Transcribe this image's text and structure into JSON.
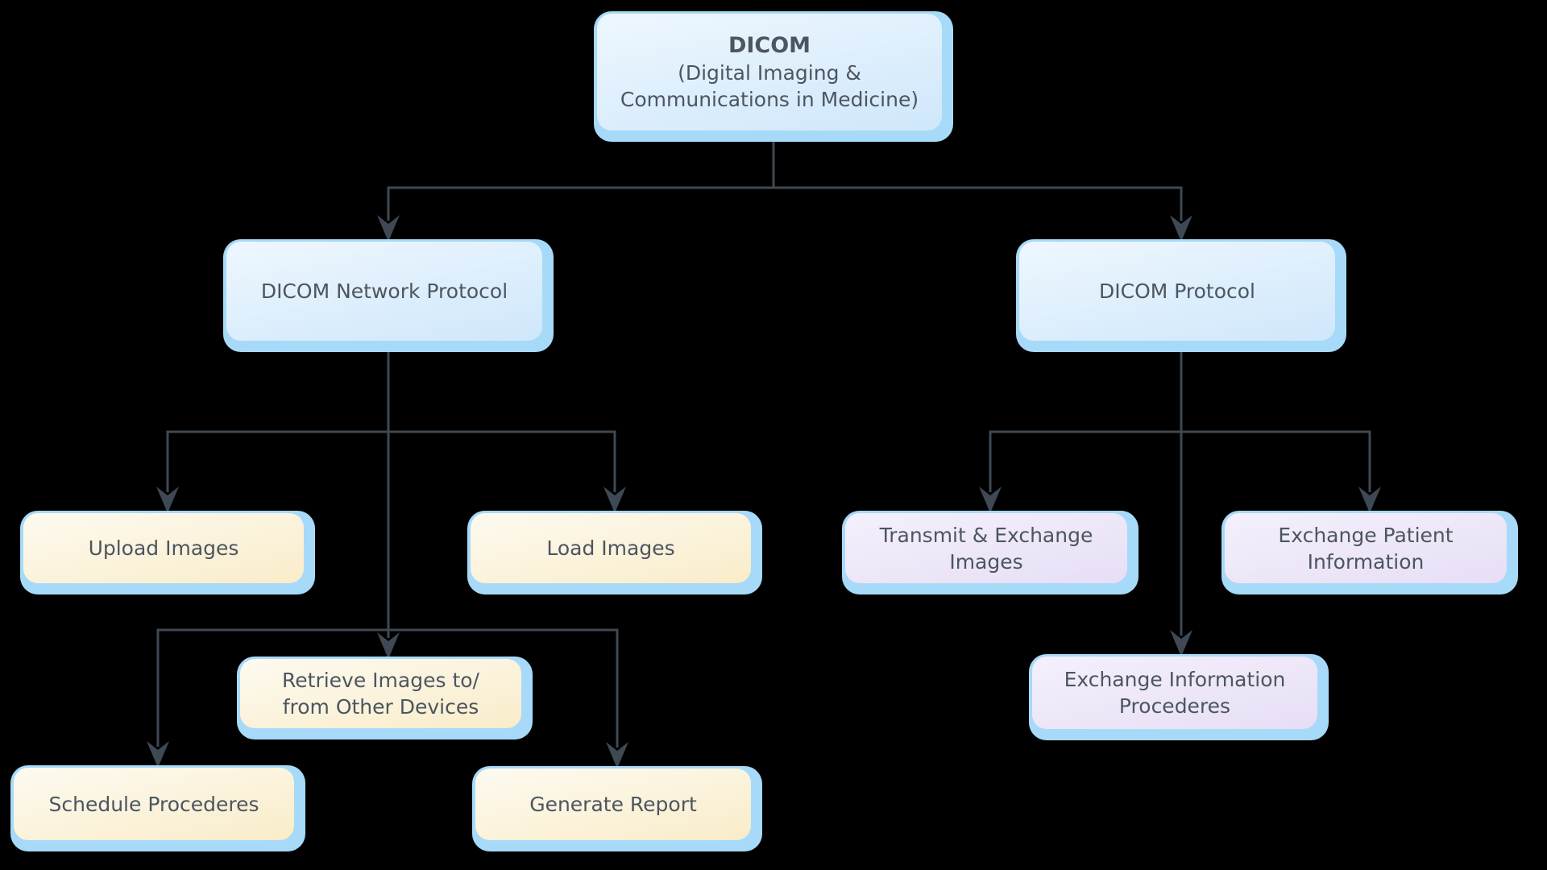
{
  "background_color": "#000000",
  "colors": {
    "background": "#000000",
    "node_border_blue": "#a7daf8",
    "blue_fill_top": "#eef7fe",
    "blue_fill_bottom": "#cfe7fb",
    "cream_fill_top": "#fdfaf0",
    "cream_fill_bottom": "#f9ecc9",
    "purple_fill_top": "#f4f0fc",
    "purple_fill_bottom": "#e7def5",
    "connector": "#3e4953",
    "text": "#4c5660"
  },
  "nodes": {
    "dicom": {
      "title": "DICOM",
      "subtitle": "(Digital Imaging &\nCommunications in Medicine)"
    },
    "network_protocol": {
      "label": "DICOM Network Protocol"
    },
    "dicom_protocol": {
      "label": "DICOM Protocol"
    },
    "upload_images": {
      "label": "Upload Images"
    },
    "load_images": {
      "label": "Load Images"
    },
    "transmit_exchange_images": {
      "label": "Transmit & Exchange\nImages"
    },
    "exchange_patient_information": {
      "label": "Exchange Patient\nInformation"
    },
    "retrieve_images": {
      "label": "Retrieve Images to/\nfrom Other Devices"
    },
    "exchange_information_procederes": {
      "label": "Exchange Information\nProcederes"
    },
    "schedule_procederes": {
      "label": "Schedule Procederes"
    },
    "generate_report": {
      "label": "Generate Report"
    }
  }
}
